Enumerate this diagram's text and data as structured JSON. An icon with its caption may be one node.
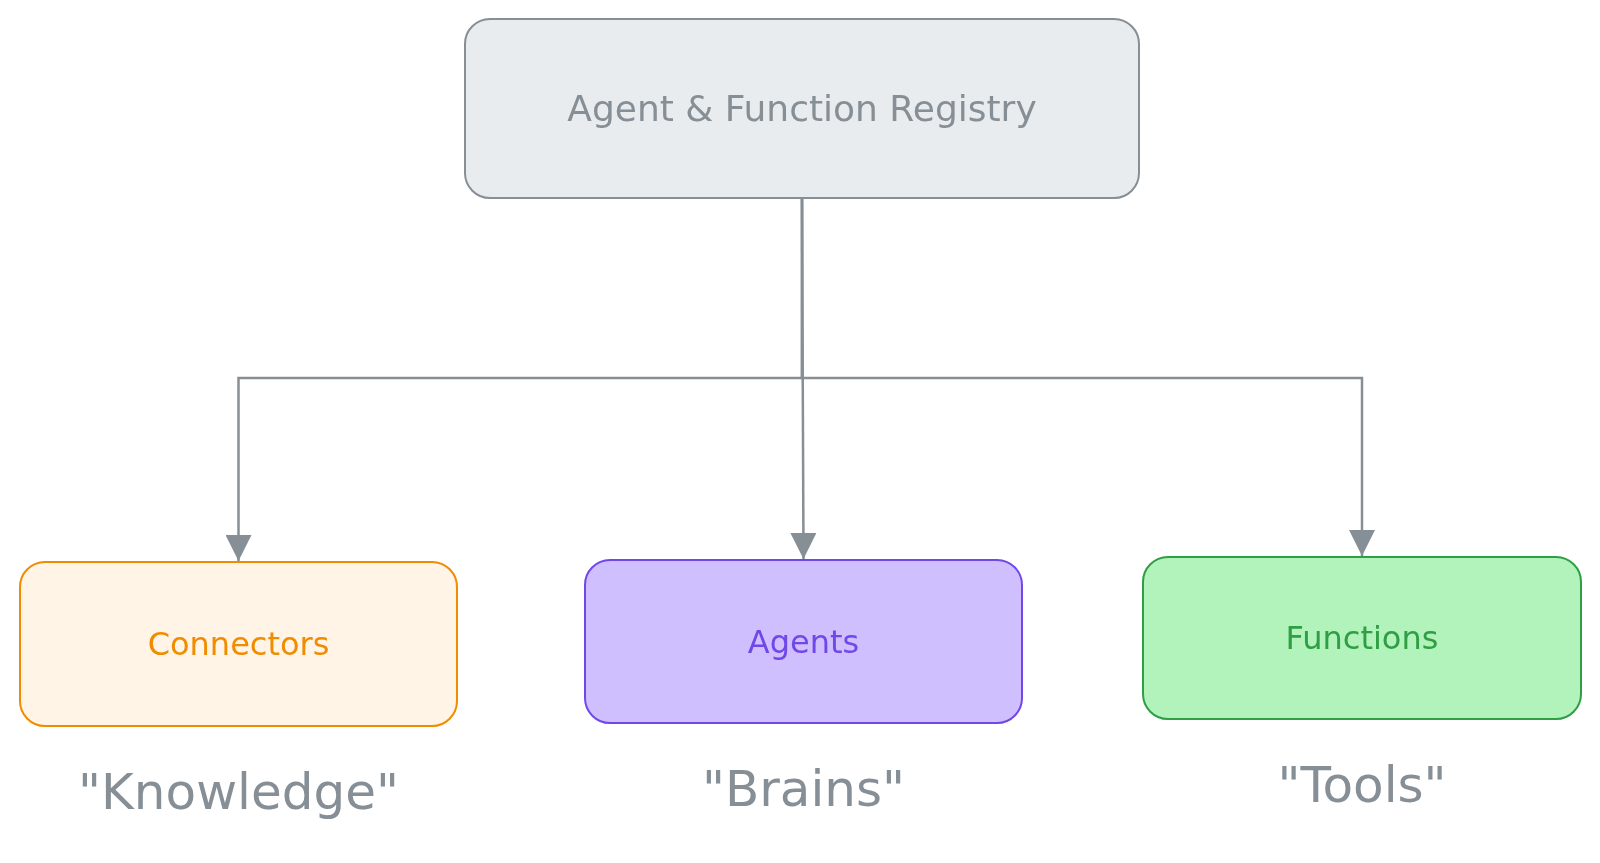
{
  "diagram": {
    "nodes": [
      {
        "text": [
          "Agent & Function Registry"
        ]
      },
      {
        "text": [
          "Connectors"
        ],
        "beside": [
          "\"Knowledge\""
        ]
      },
      {
        "text": [
          "Agents"
        ],
        "beside": [
          "\"Brains\""
        ]
      },
      {
        "text": [
          "Functions"
        ],
        "beside": [
          "\"Tools\""
        ]
      }
    ],
    "edges": [
      {
        "from": 0,
        "to": 1,
        "arrow": "to"
      },
      {
        "from": 0,
        "to": 2,
        "arrow": "to"
      },
      {
        "from": 0,
        "to": 3,
        "arrow": "to"
      }
    ]
  }
}
